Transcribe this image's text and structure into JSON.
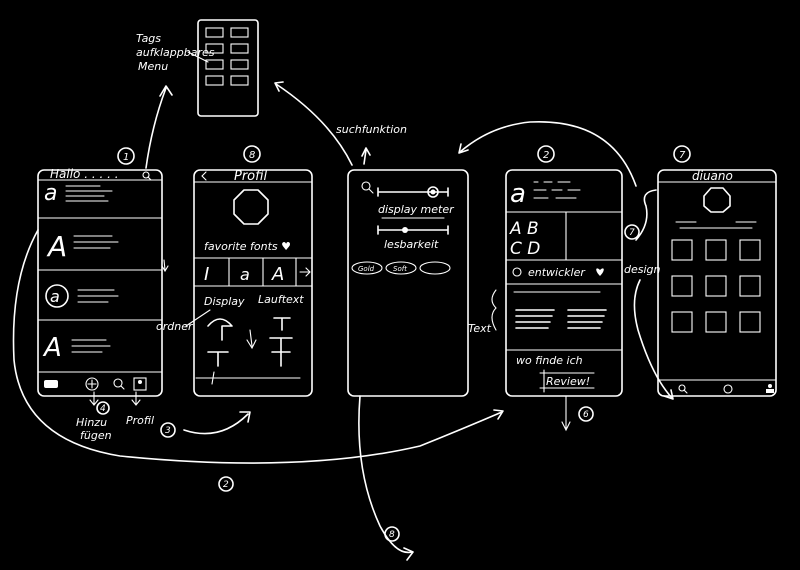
{
  "annotations": {
    "tags_menu": [
      "Tags",
      "aufklappbares",
      "Menu"
    ],
    "suchfunktion": "suchfunktion",
    "hinzufuegen": [
      "Hinzu",
      "fügen"
    ],
    "profil_label": "Profil",
    "ordner": "ordner",
    "text": "Text",
    "design": "design"
  },
  "numbers": {
    "n1": "1",
    "n8": "8",
    "n2a": "2",
    "n7": "7",
    "n4": "4",
    "n3": "3",
    "n2b": "2",
    "n6": "6",
    "n7b": "7",
    "n8b": "8"
  },
  "screen1": {
    "header": "Hallo . . . . ."
  },
  "screen2": {
    "header": "Profil",
    "favorite": "favorite fonts ♥",
    "col_display": "Display",
    "col_lauftext": "Lauftext"
  },
  "screen3": {
    "slider1": "display meter",
    "slider2": "lesbarkeit",
    "pill1": "Gold",
    "pill2": "Soft"
  },
  "screen4": {
    "entwickler": "entwickler",
    "wo_finde": "wo finde ich",
    "review": "Review!"
  },
  "screen5": {
    "header": "diuano"
  }
}
